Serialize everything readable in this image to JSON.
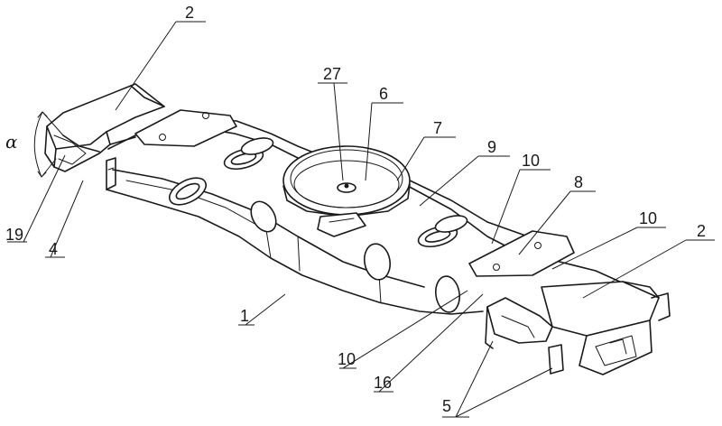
{
  "figure": {
    "labels": [
      {
        "id": "ref-2-left",
        "text": "2"
      },
      {
        "id": "ref-27",
        "text": "27"
      },
      {
        "id": "ref-6",
        "text": "6"
      },
      {
        "id": "ref-7",
        "text": "7"
      },
      {
        "id": "ref-9",
        "text": "9"
      },
      {
        "id": "ref-10-top",
        "text": "10"
      },
      {
        "id": "ref-8",
        "text": "8"
      },
      {
        "id": "ref-10-right",
        "text": "10"
      },
      {
        "id": "ref-2-right",
        "text": "2"
      },
      {
        "id": "ref-alpha",
        "text": "α"
      },
      {
        "id": "ref-19",
        "text": "19"
      },
      {
        "id": "ref-4",
        "text": "4"
      },
      {
        "id": "ref-1",
        "text": "1"
      },
      {
        "id": "ref-10-bottom",
        "text": "10"
      },
      {
        "id": "ref-16",
        "text": "16"
      },
      {
        "id": "ref-5",
        "text": "5"
      }
    ]
  }
}
